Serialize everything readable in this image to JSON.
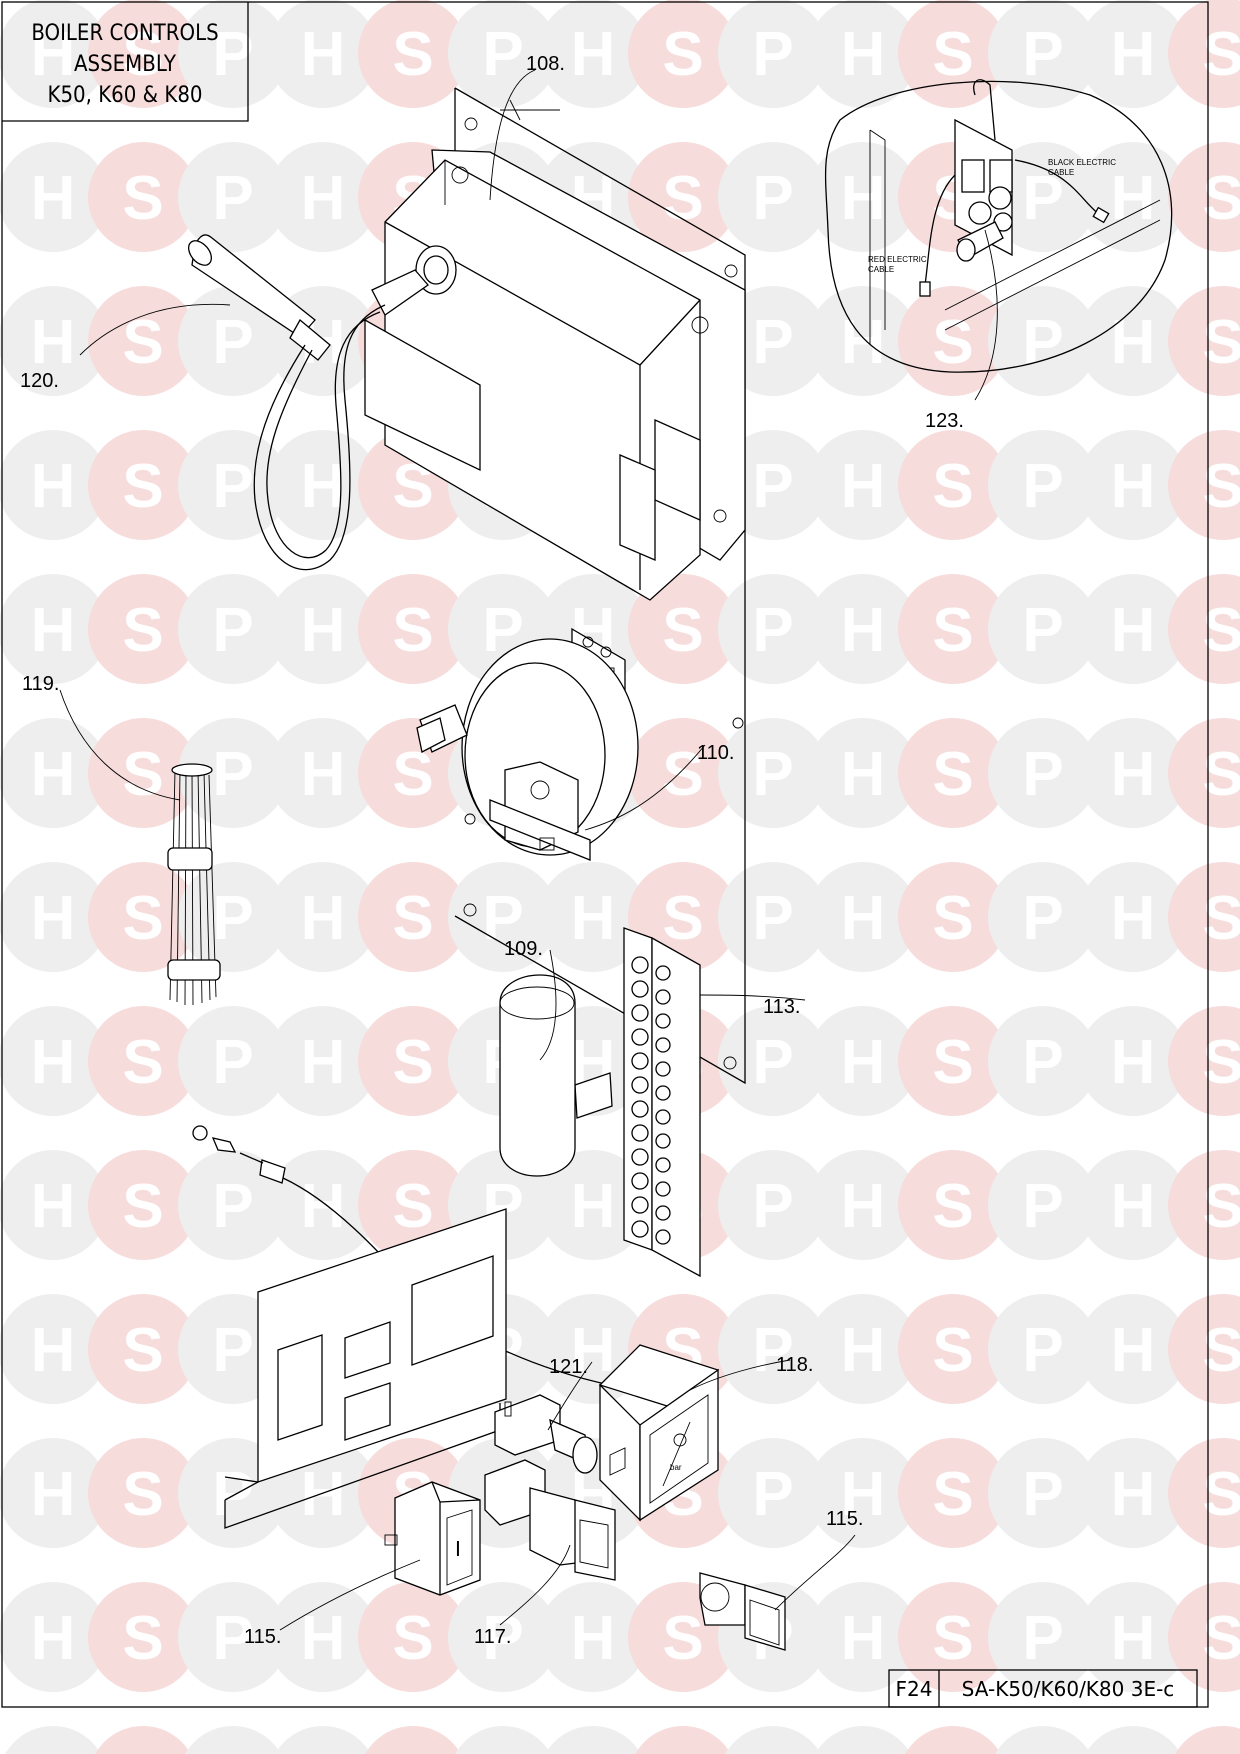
{
  "title": {
    "line1": "BOILER CONTROLS",
    "line2": "ASSEMBLY",
    "line3": "K50, K60 & K80"
  },
  "watermark": {
    "letters": [
      "H",
      "S",
      "P"
    ],
    "colors": {
      "H": "#eeeeee",
      "S": "#f7dcdc",
      "P": "#eeeeee"
    }
  },
  "parts": [
    {
      "id": "108",
      "label": "108."
    },
    {
      "id": "120",
      "label": "120."
    },
    {
      "id": "123",
      "label": "123."
    },
    {
      "id": "119",
      "label": "119."
    },
    {
      "id": "110",
      "label": "110."
    },
    {
      "id": "109",
      "label": "109."
    },
    {
      "id": "113",
      "label": "113."
    },
    {
      "id": "121",
      "label": "121."
    },
    {
      "id": "118",
      "label": "118."
    },
    {
      "id": "115a",
      "label": "115."
    },
    {
      "id": "115b",
      "label": "115."
    },
    {
      "id": "117",
      "label": "117."
    }
  ],
  "inset": {
    "black_cable_line1": "BLACK ELECTRIC",
    "black_cable_line2": "CABLE",
    "red_cable_line1": "RED ELECTRIC",
    "red_cable_line2": "CABLE"
  },
  "gauge_text": "bar",
  "switch_text": "I",
  "reference": {
    "figure": "F24",
    "code": "SA-K50/K60/K80 3E-c"
  }
}
